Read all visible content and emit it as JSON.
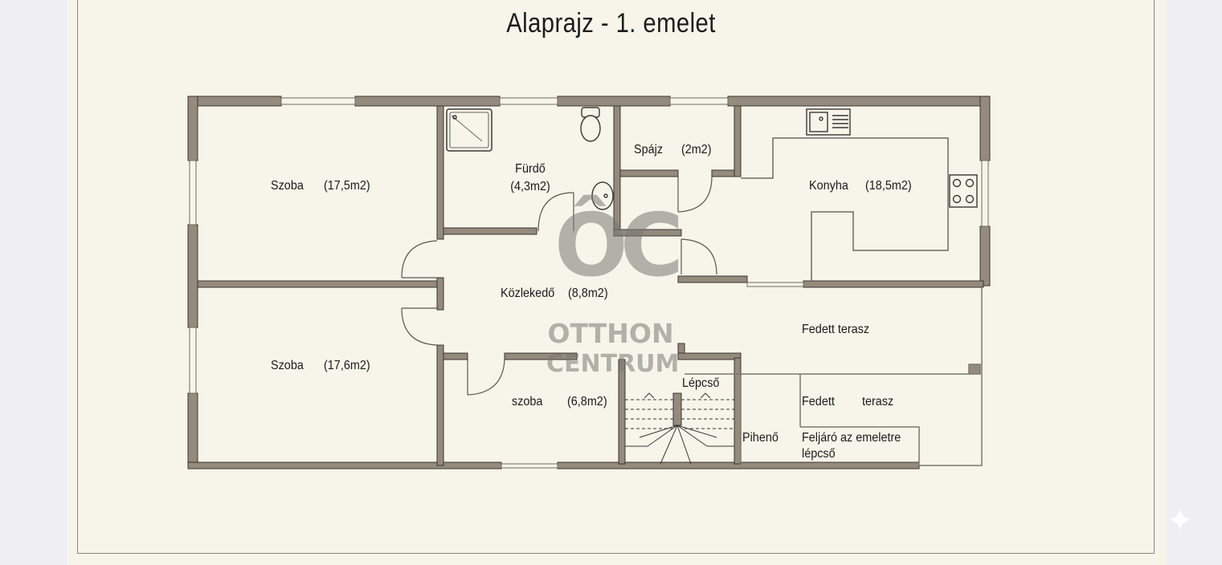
{
  "title": "Alaprajz - 1. emelet",
  "rooms": {
    "szoba_1": {
      "name": "Szoba",
      "area": "(17,5m2)"
    },
    "szoba_2": {
      "name": "Szoba",
      "area": "(17,6m2)"
    },
    "furdo": {
      "name": "Fürdő",
      "area": "(4,3m2)"
    },
    "spajz": {
      "name": "Spájz",
      "area": "(2m2)"
    },
    "konyha": {
      "name": "Konyha",
      "area": "(18,5m2)"
    },
    "kozlekedo": {
      "name": "Közlekedő",
      "area": "(8,8m2)"
    },
    "szoba_3": {
      "name": "szoba",
      "area": "(6,8m2)"
    },
    "fedett_terasz_1": {
      "name": "Fedett terasz"
    },
    "fedett_terasz_2": {
      "name": "Fedett",
      "name2": "terasz"
    },
    "lepcso": {
      "name": "Lépcső"
    },
    "piheno": {
      "name": "Pihenő"
    },
    "feljaro": {
      "line1": "Feljáró az emeletre",
      "line2": "lépcső"
    }
  },
  "watermark": {
    "logo": "ÔC",
    "line1": "OTTHON",
    "line2": "CENTRUM"
  },
  "colors": {
    "wall": "#948b7c",
    "wall_edge": "#3a3632",
    "paper": "#f7f5ea",
    "background": "#efeff3"
  }
}
